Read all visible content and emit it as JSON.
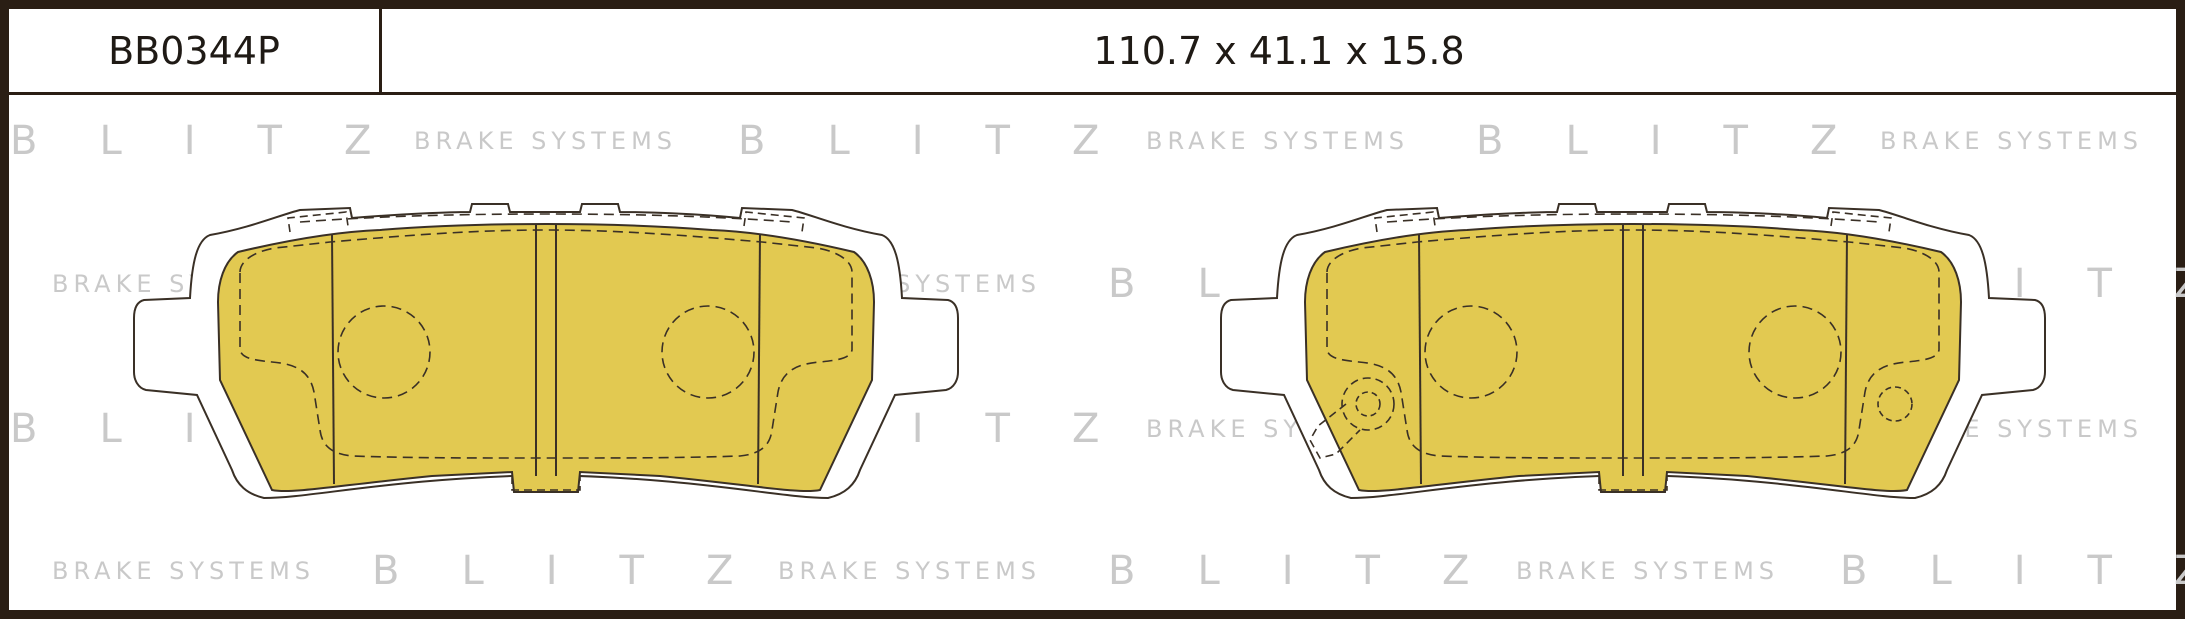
{
  "header": {
    "part_code": "BB0344P",
    "dimensions": "110.7 x 41.1 x 15.8"
  },
  "watermark": {
    "brand": "BLITZ",
    "tagline": "BRAKE SYSTEMS"
  },
  "colors": {
    "frame": "#2a1e14",
    "pad_fill": "#e2c951",
    "line": "#3a3026",
    "watermark": "#c9c9c9"
  }
}
